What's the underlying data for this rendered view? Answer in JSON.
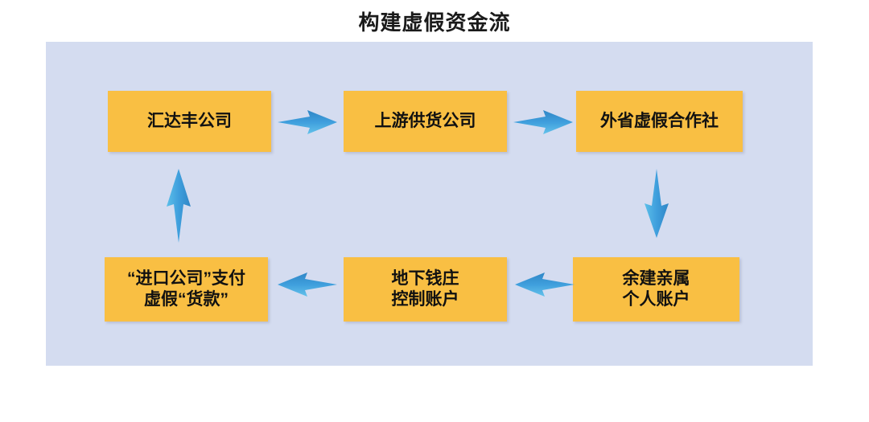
{
  "diagram": {
    "title": "构建虚假资金流",
    "panel_bg": "#d4dcf0",
    "node_bg": "#f9bf43",
    "arrow_color": "#3d9bdc",
    "type": "flowchart",
    "nodes": [
      {
        "id": "huidafeng",
        "label": "汇达丰公司",
        "row": "top",
        "col": 1
      },
      {
        "id": "upstream",
        "label": "上游供货公司",
        "row": "top",
        "col": 2
      },
      {
        "id": "coop",
        "label": "外省虚假合作社",
        "row": "top",
        "col": 3
      },
      {
        "id": "importpay",
        "label": "“进口公司”支付\n虚假“货款”",
        "row": "bottom",
        "col": 1
      },
      {
        "id": "underground",
        "label": "地下钱庄\n控制账户",
        "row": "bottom",
        "col": 2
      },
      {
        "id": "relatives",
        "label": "余建亲属\n个人账户",
        "row": "bottom",
        "col": 3
      }
    ],
    "edges": [
      {
        "from": "huidafeng",
        "to": "upstream",
        "direction": "right"
      },
      {
        "from": "upstream",
        "to": "coop",
        "direction": "right"
      },
      {
        "from": "coop",
        "to": "relatives",
        "direction": "down"
      },
      {
        "from": "relatives",
        "to": "underground",
        "direction": "left"
      },
      {
        "from": "underground",
        "to": "importpay",
        "direction": "left"
      },
      {
        "from": "importpay",
        "to": "huidafeng",
        "direction": "up"
      }
    ]
  }
}
